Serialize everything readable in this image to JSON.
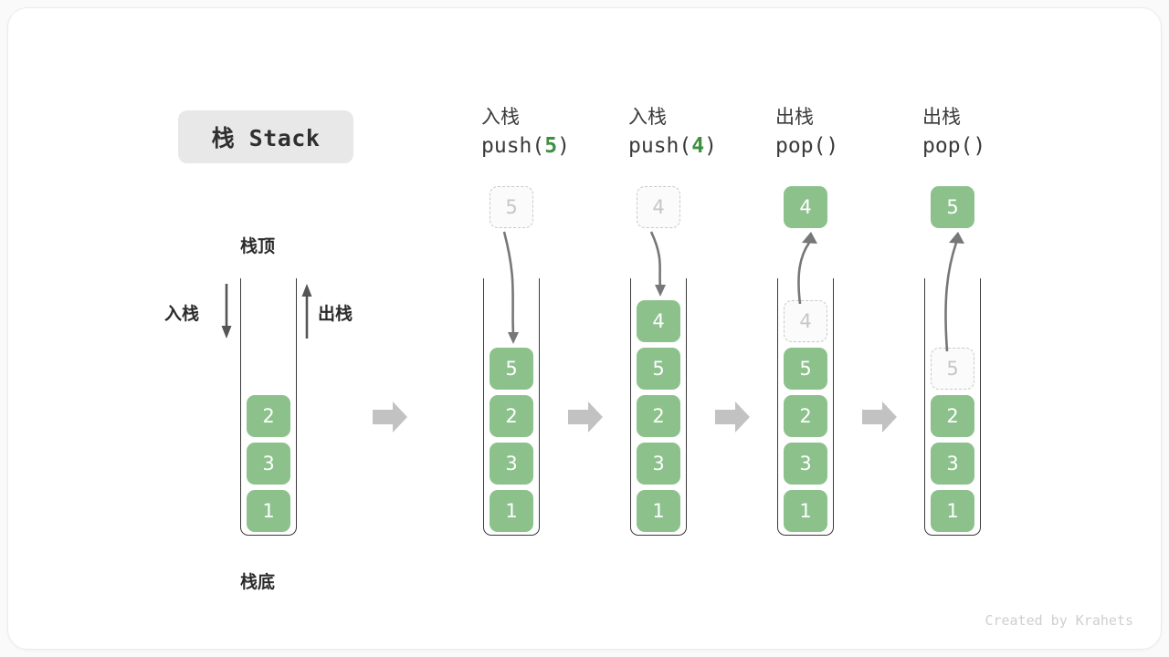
{
  "figure": {
    "title_badge": "栈 Stack",
    "credit": "Created by Krahets",
    "accent_green": "#8cc18c",
    "arg_green": "#3f8f43",
    "ghost_gray": "#c6c6c6",
    "step_arrow_gray": "#c2c2c2"
  },
  "annotations": {
    "top_label": "栈顶",
    "bottom_label": "栈底",
    "push_label": "入栈",
    "pop_label": "出栈"
  },
  "columns": [
    {
      "id": "initial",
      "header_cn": "",
      "header_code_pre": "",
      "header_code_arg": "",
      "header_code_post": "",
      "stack": [
        "2",
        "3",
        "1"
      ],
      "ghost_in_stack": null,
      "floating_cell": null,
      "floating_kind": null
    },
    {
      "id": "push-5",
      "header_cn": "入栈",
      "header_code_pre": "push(",
      "header_code_arg": "5",
      "header_code_post": ")",
      "stack": [
        "5",
        "2",
        "3",
        "1"
      ],
      "ghost_in_stack": null,
      "floating_cell": "5",
      "floating_kind": "ghost"
    },
    {
      "id": "push-4",
      "header_cn": "入栈",
      "header_code_pre": "push(",
      "header_code_arg": "4",
      "header_code_post": ")",
      "stack": [
        "4",
        "5",
        "2",
        "3",
        "1"
      ],
      "ghost_in_stack": null,
      "floating_cell": "4",
      "floating_kind": "ghost"
    },
    {
      "id": "pop-1",
      "header_cn": "出栈",
      "header_code_pre": "pop(",
      "header_code_arg": "",
      "header_code_post": ")",
      "stack": [
        "5",
        "2",
        "3",
        "1"
      ],
      "ghost_in_stack": "4",
      "floating_cell": "4",
      "floating_kind": "solid"
    },
    {
      "id": "pop-2",
      "header_cn": "出栈",
      "header_code_pre": "pop(",
      "header_code_arg": "",
      "header_code_post": ")",
      "stack": [
        "2",
        "3",
        "1"
      ],
      "ghost_in_stack": "5",
      "floating_cell": "5",
      "floating_kind": "solid"
    }
  ]
}
